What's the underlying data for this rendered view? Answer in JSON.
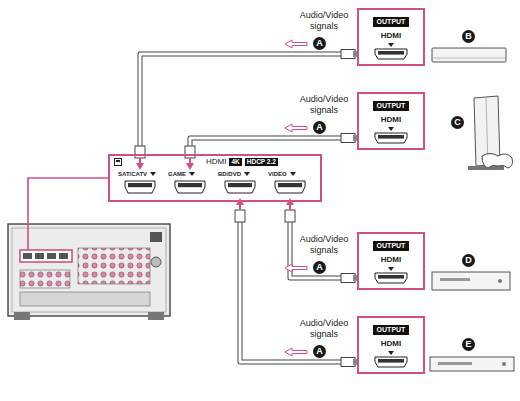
{
  "diagram": {
    "nodes": [
      {
        "text": [
          "Audio/Video signals",
          "OUTPUT",
          "HDMI"
        ]
      },
      {
        "text": [
          "Audio/Video signals",
          "OUTPUT",
          "HDMI"
        ]
      },
      {
        "text": [
          "HDMI",
          "4K",
          "HDCP 2.2"
        ]
      },
      {
        "text": [
          "SAT/CATV"
        ],
        "in": 2
      },
      {
        "text": [
          "GAME"
        ],
        "in": 2
      },
      {
        "text": [
          "BD/DVD"
        ],
        "in": 2
      },
      {
        "text": [
          "VIDEO"
        ],
        "in": 2
      },
      {
        "text": [
          "Audio/Video signals",
          "OUTPUT",
          "HDMI"
        ]
      },
      {
        "text": [
          "Audio/Video signals",
          "OUTPUT",
          "HDMI"
        ]
      }
    ],
    "edges": [
      {
        "from": 0,
        "to": 3,
        "arrow": "to",
        "label": "A"
      },
      {
        "from": 1,
        "to": 4,
        "arrow": "to",
        "label": "A"
      },
      {
        "from": 7,
        "to": 6,
        "arrow": "to",
        "label": "A"
      },
      {
        "from": 8,
        "to": 5,
        "arrow": "to",
        "label": "A"
      }
    ],
    "labels": [
      "B",
      "C",
      "D",
      "E"
    ]
  }
}
